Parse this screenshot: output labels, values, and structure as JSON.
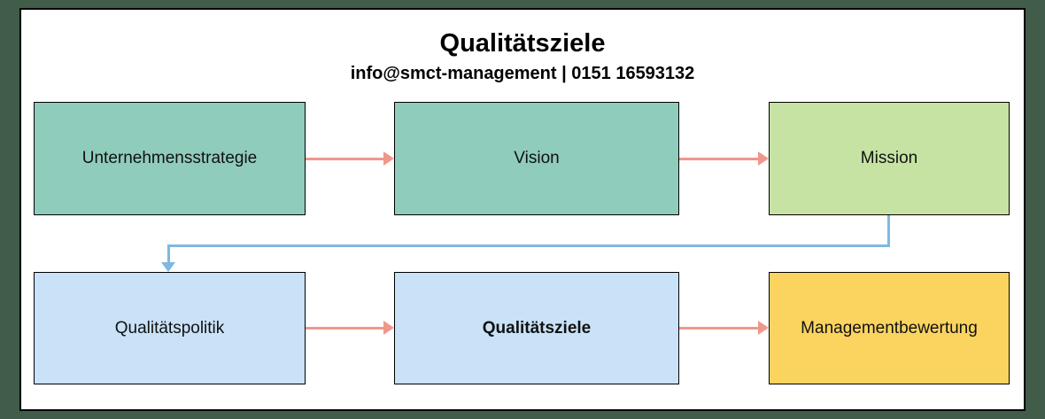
{
  "header": {
    "title": "Qualitätsziele",
    "subtitle": "info@smct-management | 0151 16593132"
  },
  "nodes": [
    {
      "id": "unternehmensstrategie",
      "label": "Unternehmensstrategie",
      "fill": "#8fccbc"
    },
    {
      "id": "vision",
      "label": "Vision",
      "fill": "#8fccbc"
    },
    {
      "id": "mission",
      "label": "Mission",
      "fill": "#c6e3a3"
    },
    {
      "id": "qualitaetspolitik",
      "label": "Qualitätspolitik",
      "fill": "#c9e2f7"
    },
    {
      "id": "qualitaetsziele",
      "label": "Qualitätsziele",
      "fill": "#c9e2f7"
    },
    {
      "id": "managementbewertung",
      "label": "Managementbewertung",
      "fill": "#fbd45f"
    }
  ],
  "colors": {
    "frame": "#415c49",
    "canvas": "#ffffff",
    "arrow": "#f0978c",
    "connector": "#7fb8e2",
    "border": "#000000"
  }
}
